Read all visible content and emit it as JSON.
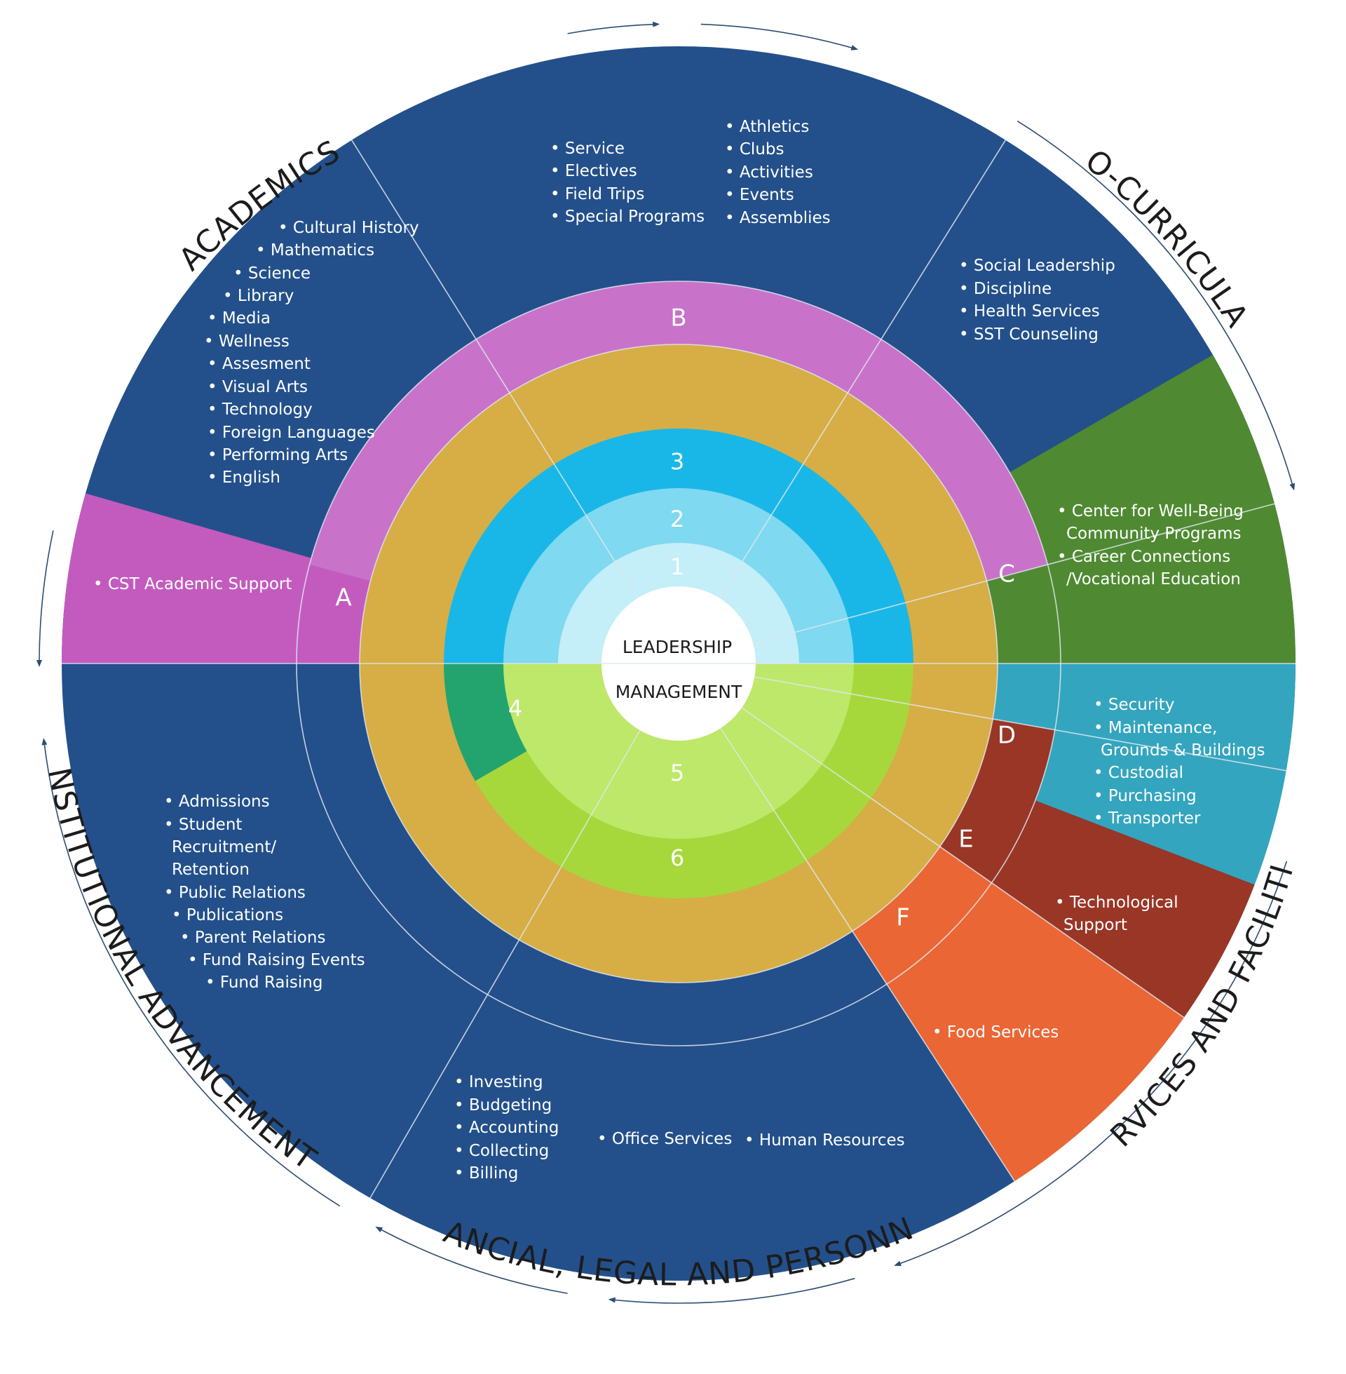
{
  "colors": {
    "navy": "#23508b",
    "pink": "#c873c9",
    "magenta": "#c35bbf",
    "gold": "#d6ae45",
    "blue3": "#19b7e8",
    "blue2": "#7fd9f0",
    "blue1": "#c4eef8",
    "center": "#ffffff",
    "green_c": "#4f8a32",
    "teal4": "#23a46f",
    "lime": "#a6d83c",
    "teal_d": "#34a5be",
    "red_e": "#993626",
    "orange_f": "#ea6634",
    "arc": "#2d4d72"
  },
  "outer_labels": {
    "academics": "ACADEMICS",
    "co_curricular": "CO-CURRICULAR",
    "services": "SERVICES AND FACILITIES",
    "financial": "FINANCIAL, LEGAL AND PERSONNEL",
    "institutional": "INSTITUTIONAL ADVANCEMENT"
  },
  "center": {
    "top": "LEADERSHIP",
    "bottom": "MANAGEMENT"
  },
  "rings": [
    "1",
    "2",
    "3",
    "4",
    "5",
    "6"
  ],
  "segments": {
    "a": "A",
    "b": "B",
    "c": "C",
    "d": "D",
    "e": "E",
    "f": "F"
  },
  "lists": {
    "academics": [
      "• Cultural History",
      "• Mathematics",
      "• Science",
      "• Library",
      "• Media",
      "• Wellness",
      "• Assesment",
      "• Visual Arts",
      "• Technology",
      "• Foreign Languages",
      "• Performing Arts",
      "• English"
    ],
    "a": [
      "• CST Academic Support"
    ],
    "b_left": [
      "• Service",
      "• Electives",
      "• Field Trips",
      "• Special Programs"
    ],
    "b_right": [
      "• Athletics",
      "• Clubs",
      "• Activities",
      "• Events",
      "• Assemblies"
    ],
    "co_curricular": [
      "• Social Leadership",
      "• Discipline",
      "• Health Services",
      "• SST Counseling"
    ],
    "c": [
      "• Center for  Well-Being",
      "Community Programs",
      "• Career Connections",
      "/Vocational Education"
    ],
    "d": [
      "• Security",
      "• Maintenance,",
      "Grounds & Buildings",
      "• Custodial",
      "• Purchasing",
      "• Transporter"
    ],
    "e": [
      "• Technological",
      "Support"
    ],
    "f": [
      "• Food Services"
    ],
    "financial_left": [
      "• Investing",
      "• Budgeting",
      "• Accounting",
      "• Collecting",
      "• Billing"
    ],
    "financial_mid": [
      "• Office Services"
    ],
    "financial_right": [
      "• Human Resources"
    ],
    "institutional": [
      "• Admissions",
      "• Student",
      "Recruitment/",
      "Retention",
      "• Public Relations",
      "• Publications",
      "• Parent Relations",
      "• Fund Raising Events",
      "• Fund Raising"
    ]
  }
}
